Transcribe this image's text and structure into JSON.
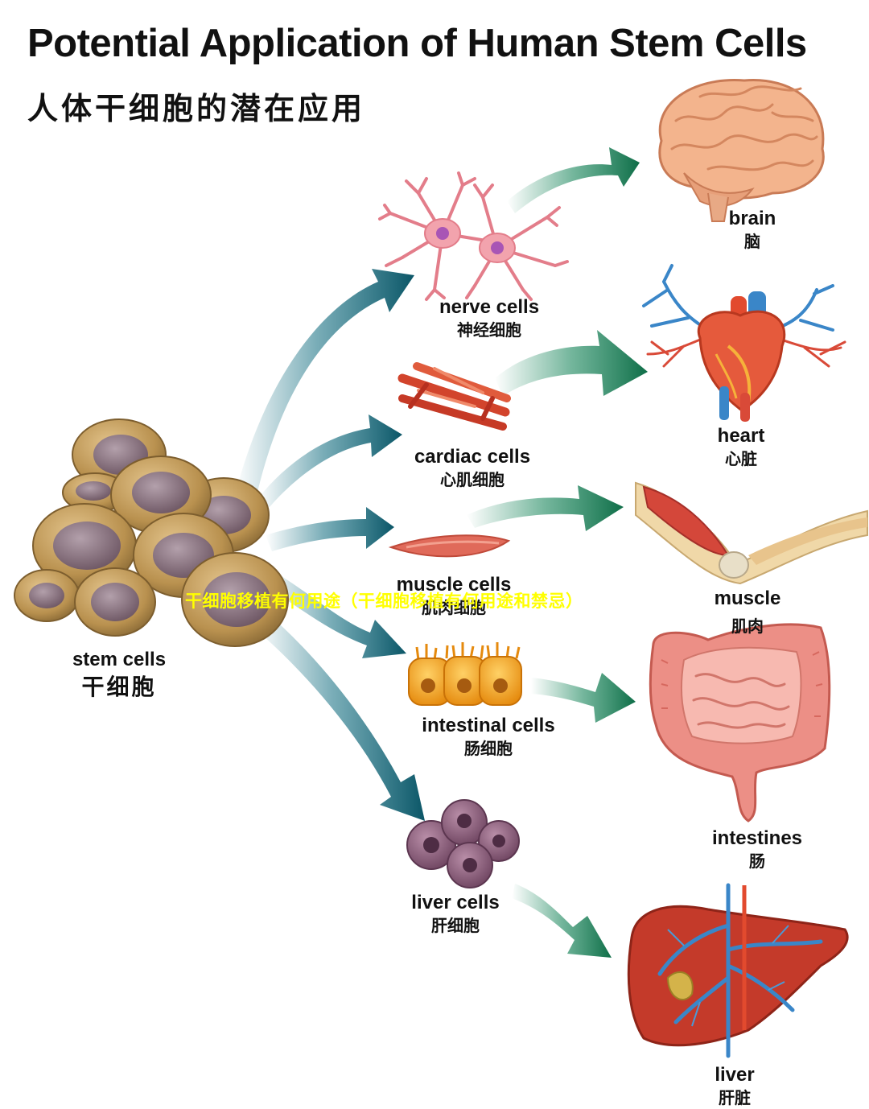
{
  "title": {
    "en": "Potential Application of Human Stem Cells",
    "zh": "人体干细胞的潜在应用"
  },
  "overlay_text": "干细胞移植有何用途（干细胞移植有何用途和禁忌）",
  "stem": {
    "en": "stem cells",
    "zh": "干细胞"
  },
  "cells": [
    {
      "en": "nerve cells",
      "zh": "神经细胞"
    },
    {
      "en": "cardiac cells",
      "zh": "心肌细胞"
    },
    {
      "en": "muscle cells",
      "zh": "肌肉细胞"
    },
    {
      "en": "intestinal cells",
      "zh": "肠细胞"
    },
    {
      "en": "liver cells",
      "zh": "肝细胞"
    }
  ],
  "organs": [
    {
      "en": "brain",
      "zh": "脑"
    },
    {
      "en": "heart",
      "zh": "心脏"
    },
    {
      "en": "muscle",
      "zh": "肌肉"
    },
    {
      "en": "intestines",
      "zh": "肠"
    },
    {
      "en": "liver",
      "zh": "肝脏"
    }
  ],
  "colors": {
    "arrow_teal": "#0e6b7e",
    "arrow_green": "#17855a",
    "stem_cell": "#b08850",
    "stem_nucleus": "#7a6270",
    "nerve": "#e07a86",
    "cardiac": "#d2442c",
    "intestinal": "#f2a21c",
    "liver_cell": "#8c5c78",
    "organ_red": "#c43a2a",
    "overlay_text": "#ffff00"
  }
}
